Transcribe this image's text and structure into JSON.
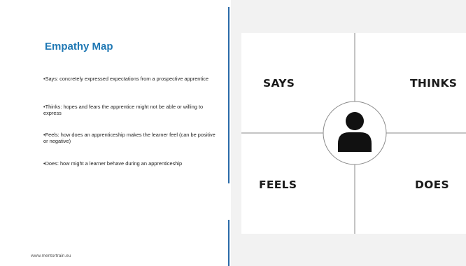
{
  "slide": {
    "title": "Empathy Map",
    "bullets": [
      "•Says: concretely expressed expectations from a prospective apprentice",
      "•Thinks: hopes and fears the apprentice might not be able or willing to express",
      "•Feels: how does an apprenticeship makes the learner feel (can be positive or negative)",
      "•Does: how might a learner behave during an apprenticeship"
    ],
    "footer": "www.mentortrain.eu"
  },
  "map": {
    "quadrants": {
      "top_left": "SAYS",
      "top_right": "THINKS",
      "bottom_left": "FEELS",
      "bottom_right": "DOES"
    },
    "center_icon": "user-icon"
  },
  "colors": {
    "title": "#1f78b4",
    "divider": "#2a6aa8",
    "background_right": "#f2f2f2",
    "grid_lines": "#8a8a8a",
    "icon": "#111111"
  }
}
